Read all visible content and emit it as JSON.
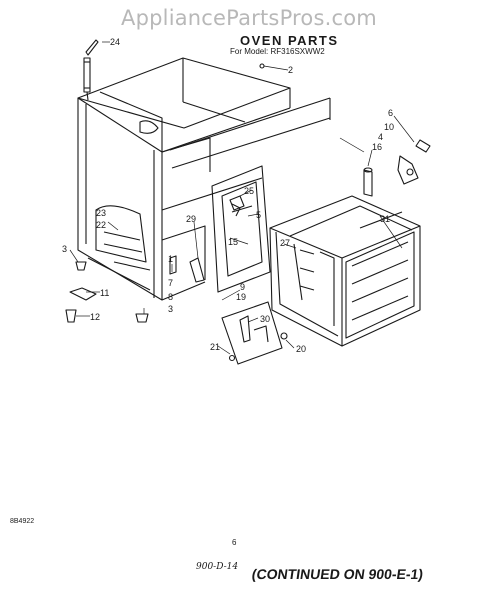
{
  "watermark": "AppliancePartsPros.com",
  "title": "OVEN PARTS",
  "model": "For Model: RF316SXWW2",
  "doc_code": "8B4922",
  "page_number": "6",
  "handwritten_ref": "900-D-14",
  "continued": "(CONTINUED ON 900-E-1)",
  "callouts": [
    "24",
    "2",
    "6",
    "10",
    "4",
    "16",
    "25",
    "5",
    "29",
    "15",
    "23",
    "22",
    "3",
    "11",
    "12",
    "27",
    "31",
    "1",
    "7",
    "8",
    "9",
    "19",
    "3",
    "30",
    "21",
    "20"
  ]
}
